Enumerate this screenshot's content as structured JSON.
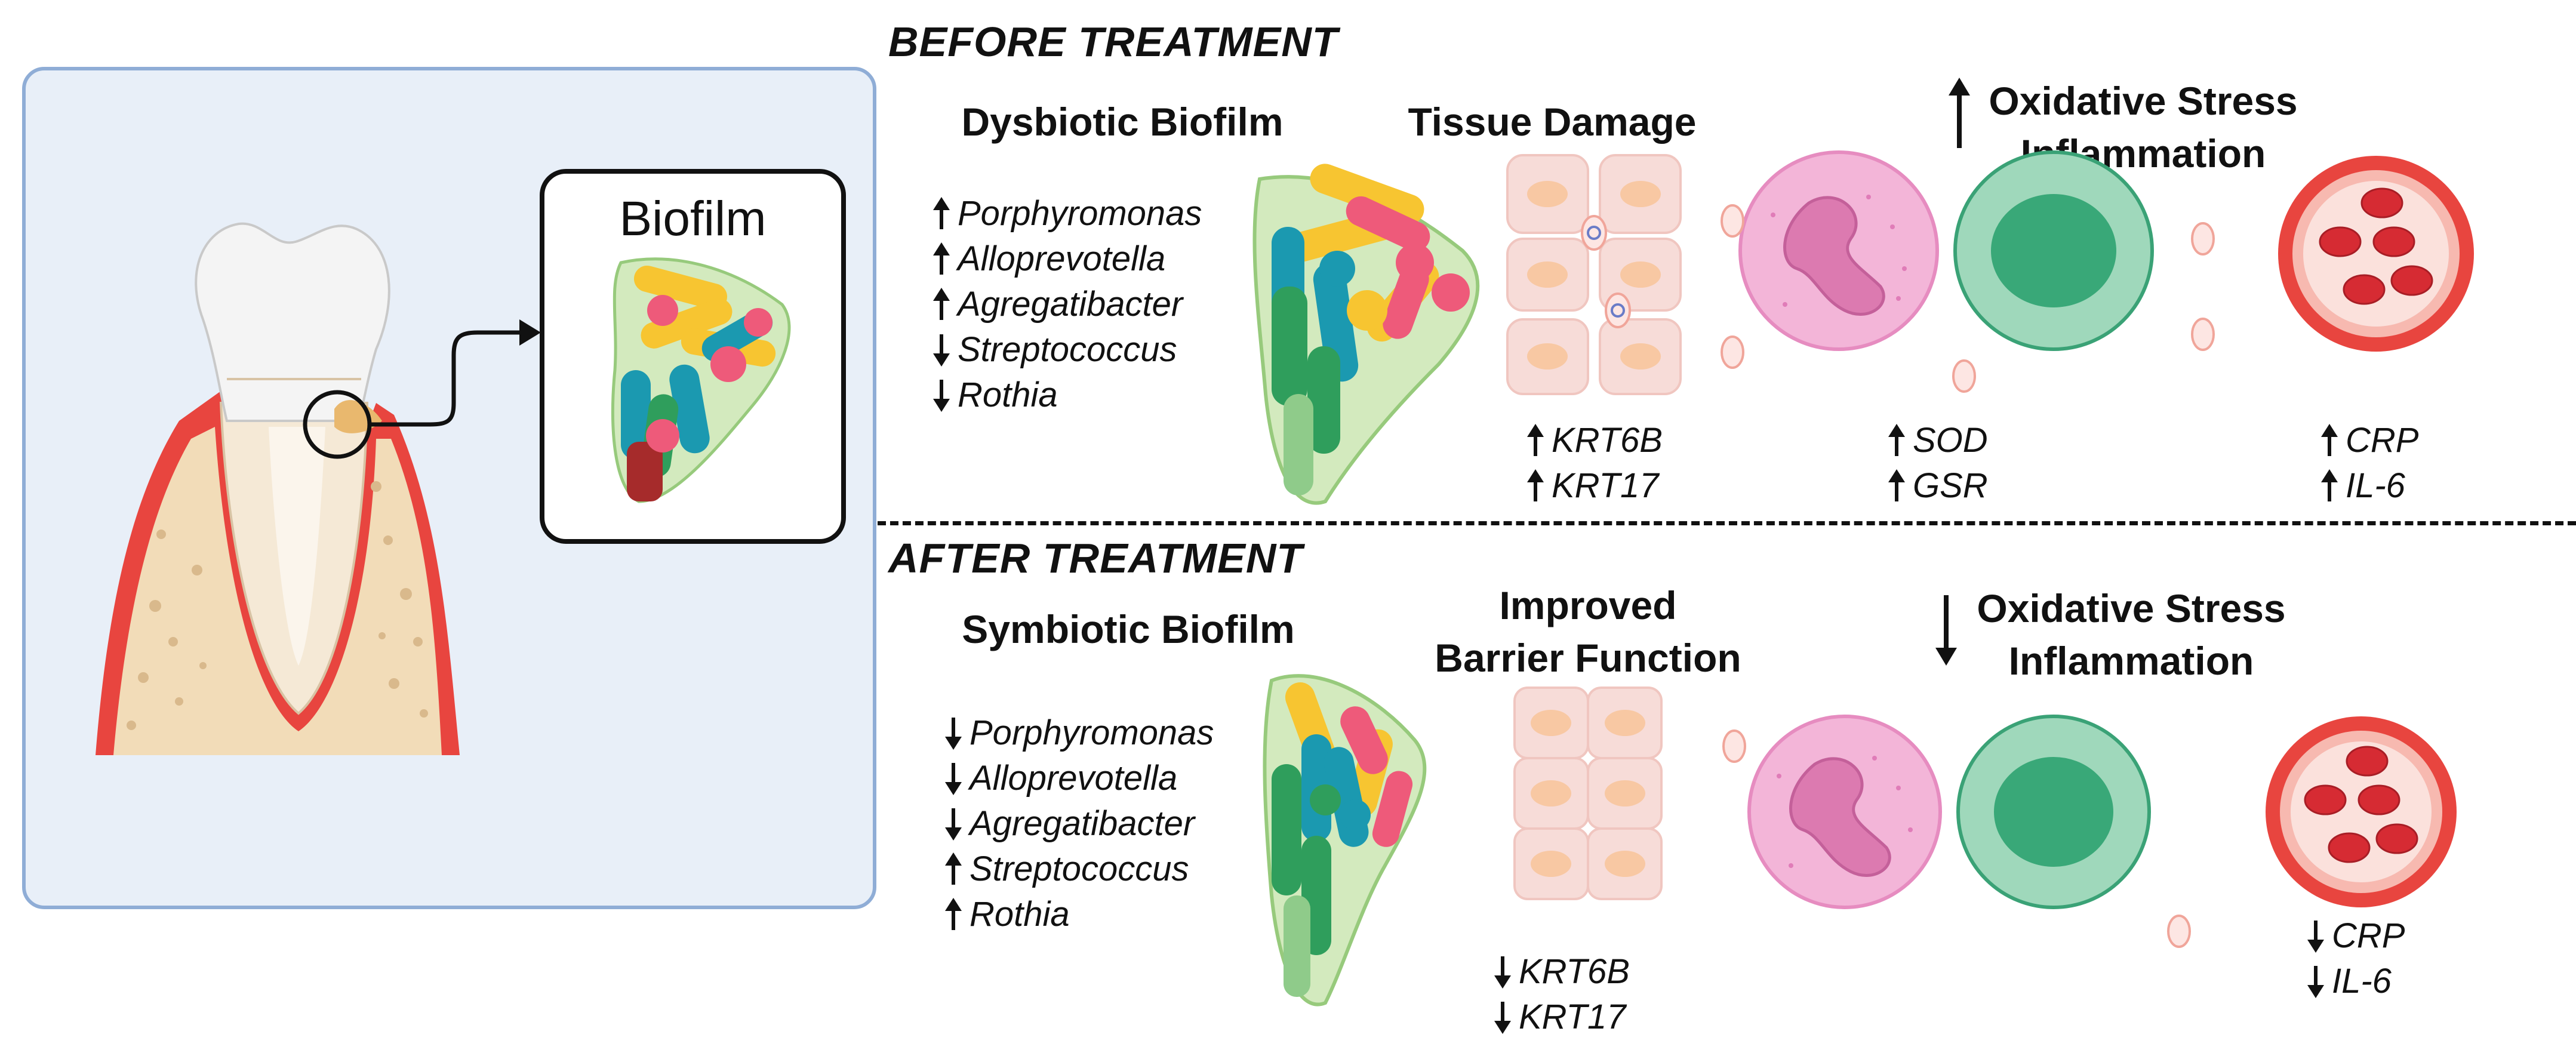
{
  "panel": {
    "inset_title": "Biofilm"
  },
  "before": {
    "section_title": "BEFORE TREATMENT",
    "biofilm": {
      "heading": "Dysbiotic Biofilm",
      "markers": [
        {
          "name": "Porphyromonas",
          "direction": "up"
        },
        {
          "name": "Alloprevotella",
          "direction": "up"
        },
        {
          "name": "Agregatibacter",
          "direction": "up"
        },
        {
          "name": "Streptococcus",
          "direction": "down"
        },
        {
          "name": "Rothia",
          "direction": "down"
        }
      ]
    },
    "tissue": {
      "heading": "Tissue Damage",
      "markers": [
        {
          "name": "KRT6B",
          "direction": "up"
        },
        {
          "name": "KRT17",
          "direction": "up"
        }
      ]
    },
    "oxidative": {
      "heading_line1": "Oxidative Stress",
      "heading_line2": "Inflammation",
      "direction": "up",
      "markers": [
        {
          "name": "SOD",
          "direction": "up"
        },
        {
          "name": "GSR",
          "direction": "up"
        }
      ]
    },
    "blood": {
      "markers": [
        {
          "name": "CRP",
          "direction": "up"
        },
        {
          "name": "IL-6",
          "direction": "up"
        }
      ]
    }
  },
  "after": {
    "section_title": "AFTER TREATMENT",
    "biofilm": {
      "heading": "Symbiotic Biofilm",
      "markers": [
        {
          "name": "Porphyromonas",
          "direction": "down"
        },
        {
          "name": "Alloprevotella",
          "direction": "down"
        },
        {
          "name": "Agregatibacter",
          "direction": "down"
        },
        {
          "name": "Streptococcus",
          "direction": "up"
        },
        {
          "name": "Rothia",
          "direction": "up"
        }
      ]
    },
    "tissue": {
      "heading_line1": "Improved",
      "heading_line2": "Barrier Function",
      "markers": [
        {
          "name": "KRT6B",
          "direction": "down"
        },
        {
          "name": "KRT17",
          "direction": "down"
        }
      ]
    },
    "oxidative": {
      "heading_line1": "Oxidative Stress",
      "heading_line2": "Inflammation",
      "direction": "down"
    },
    "blood": {
      "markers": [
        {
          "name": "CRP",
          "direction": "down"
        },
        {
          "name": "IL-6",
          "direction": "down"
        }
      ]
    }
  },
  "colors": {
    "panel_bg": "#e8eff8",
    "panel_border": "#8fadd6",
    "gum": "#e8453f",
    "bone": "#f2dcb8",
    "neutrophil": "#f3b5d8",
    "macrophage": "#9fd8bb",
    "vessel": "#e8453f",
    "epithelium": "#f7dcd8",
    "rod_yellow": "#f7c531",
    "rod_teal": "#1b99b0",
    "rod_green": "#2f9e5c",
    "cocci_pink": "#ee5a7a"
  }
}
